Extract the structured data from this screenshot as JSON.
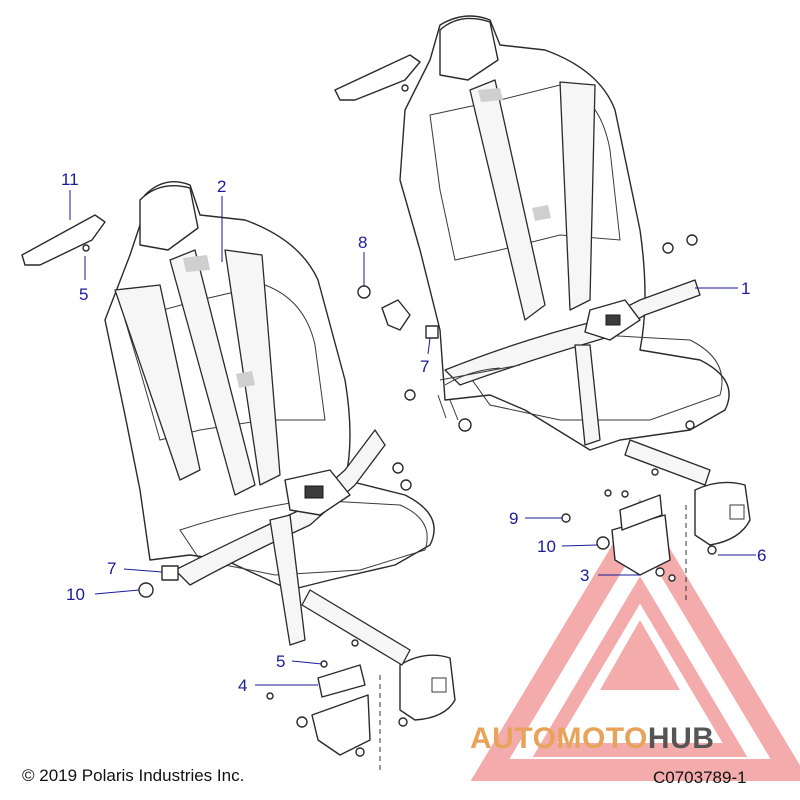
{
  "callouts": [
    {
      "label": "1"
    },
    {
      "label": "2"
    },
    {
      "label": "3"
    },
    {
      "label": "4"
    },
    {
      "label": "5"
    },
    {
      "label": "5"
    },
    {
      "label": "6"
    },
    {
      "label": "7"
    },
    {
      "label": "7"
    },
    {
      "label": "8"
    },
    {
      "label": "9"
    },
    {
      "label": "10"
    },
    {
      "label": "10"
    },
    {
      "label": "11"
    }
  ],
  "footer": {
    "copyright": "© 2019 Polaris Industries Inc.",
    "diagram_code": "C0703789-1"
  },
  "watermark": {
    "text_part1": "AUTO",
    "text_part2": "MOTO",
    "text_part3": "HUB",
    "color_primary": "#e8a35a",
    "color_secondary": "#555555",
    "color_logo": "#f08f8f"
  },
  "colors": {
    "callout": "#1a1a9a",
    "line": "#2a2a2a"
  }
}
